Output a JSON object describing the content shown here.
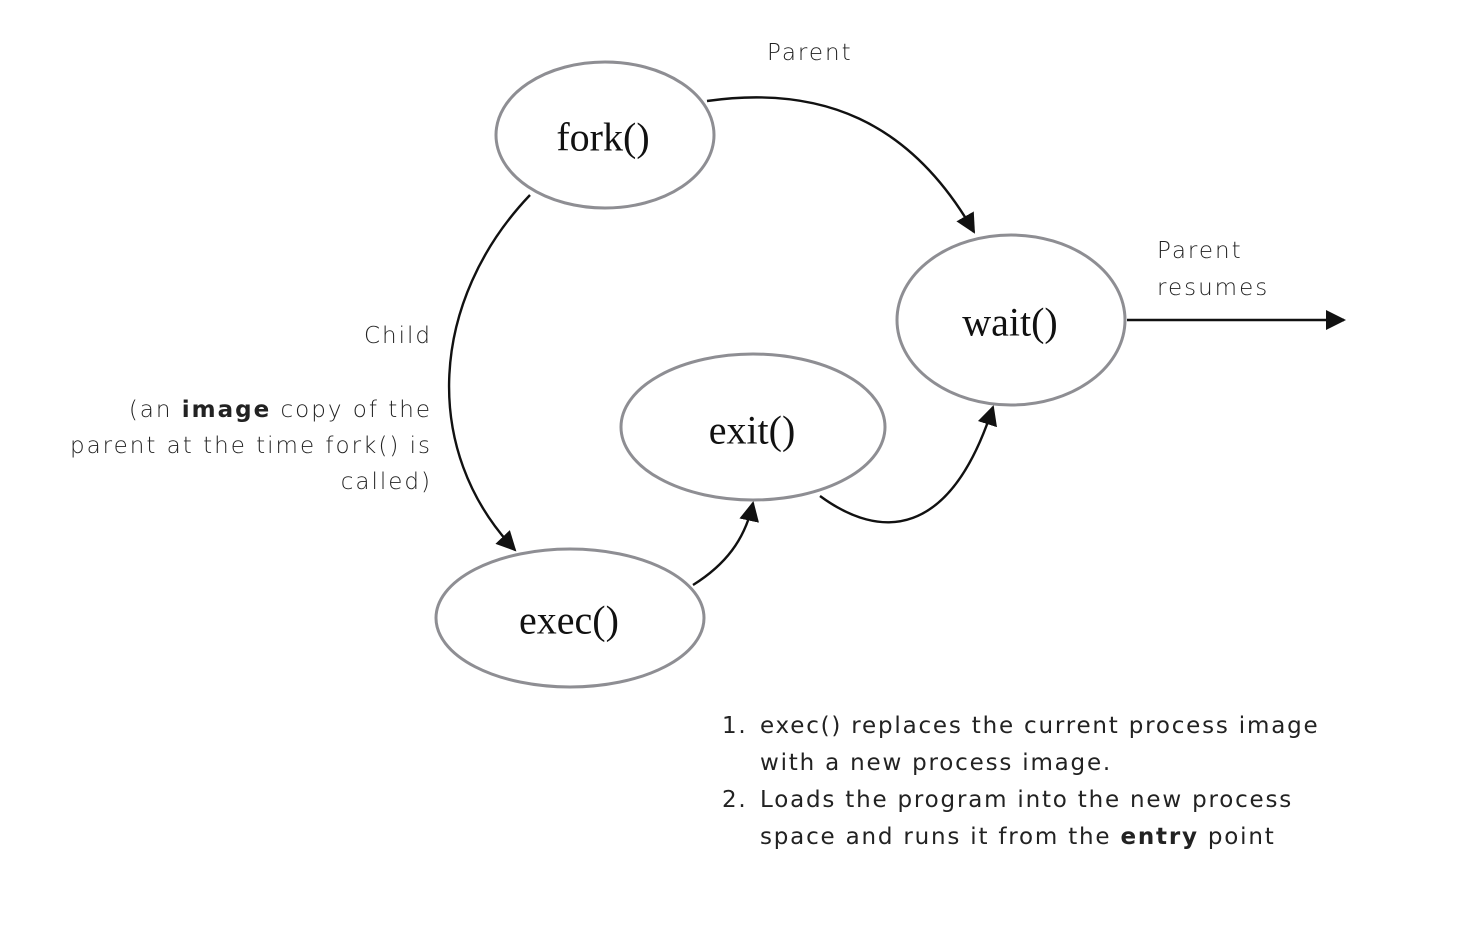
{
  "nodes": {
    "fork": "fork()",
    "wait": "wait()",
    "exit": "exit()",
    "exec": "exec()"
  },
  "edge_labels": {
    "fork_to_wait": "Parent",
    "wait_out_line1": "Parent",
    "wait_out_line2": "resumes",
    "fork_to_exec_title": "Child",
    "fork_to_exec_desc_pre": "(an ",
    "fork_to_exec_desc_bold": "image",
    "fork_to_exec_desc_post": " copy of the",
    "fork_to_exec_desc_line2": "parent at the time fork() is",
    "fork_to_exec_desc_line3": "called)"
  },
  "notes": [
    {
      "number": "1.",
      "line1": "exec() replaces the current process image",
      "line2": "with a new process image."
    },
    {
      "number": "2.",
      "line1": "Loads the program into the new process",
      "line2_pre": "space and runs it from the ",
      "line2_bold": "entry",
      "line2_post": " point"
    }
  ],
  "colors": {
    "node_stroke": "#8e8e93",
    "edge": "#111111",
    "text": "#222222"
  }
}
